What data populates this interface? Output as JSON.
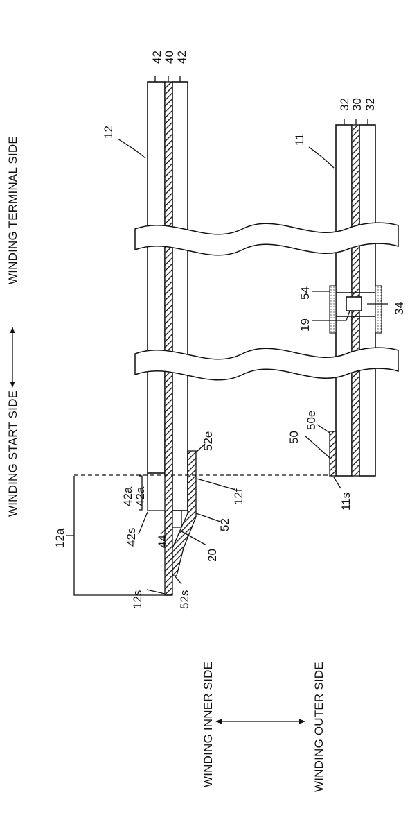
{
  "directions": {
    "winding_start_side": "WINDING START SIDE",
    "winding_terminal_side": "WINDING TERMINAL SIDE",
    "winding_inner_side": "WINDING INNER SIDE",
    "winding_outer_side": "WINDING OUTER SIDE"
  },
  "references": {
    "r12": "12",
    "r11": "11",
    "r42_top_left": "42",
    "r40": "40",
    "r42_top_right": "42",
    "r32_left": "32",
    "r30": "30",
    "r32_right": "32",
    "r54": "54",
    "r19": "19",
    "r34": "34",
    "r50": "50",
    "r50e": "50e",
    "r11s": "11s",
    "r52e": "52e",
    "r12f": "12f",
    "r42a_1": "42a",
    "r42a_2": "42a",
    "r52": "52",
    "r42s": "42s",
    "r44": "44",
    "r20": "20",
    "r12a": "12a",
    "r12s": "12s",
    "r52s": "52s"
  },
  "colors": {
    "line": "#111111",
    "background": "#ffffff"
  }
}
